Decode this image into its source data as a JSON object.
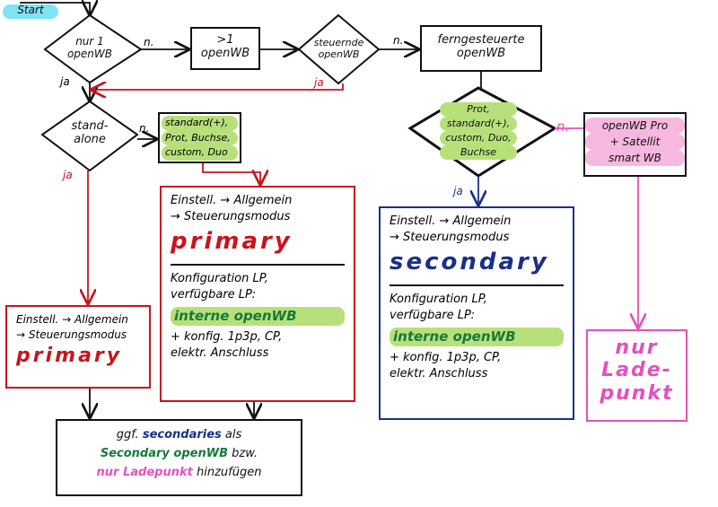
{
  "start": {
    "label": "Start",
    "color": "#7fe3f3"
  },
  "nodes": {
    "d1": {
      "lines": [
        "nur 1",
        "openWB"
      ]
    },
    "b2": {
      "lines": [
        ">1",
        "openWB"
      ]
    },
    "d3": {
      "lines": [
        "steuernde",
        "openWB"
      ]
    },
    "b4": {
      "lines": [
        "ferngesteuerte",
        "openWB"
      ]
    },
    "d2": {
      "lines": [
        "stand-",
        "alone"
      ]
    },
    "b5": {
      "lines": [
        "standard(+),",
        "Prot, Buchse,",
        "custom, Duo"
      ]
    },
    "d4": {
      "lines": [
        "Prot,",
        "standard(+),",
        "custom, Duo,",
        "Buchse"
      ]
    },
    "b6": {
      "lines": [
        "openWB Pro",
        "+ Satellit",
        "smart WB"
      ]
    },
    "primaryLeft": {
      "lines": [
        "Einstell. → Allgemein",
        "→ Steuerungsmodus"
      ],
      "mode": "primary"
    },
    "primaryBox": {
      "lines": [
        "Einstell. → Allgemein",
        "→ Steuerungsmodus"
      ],
      "mode": "primary",
      "config": [
        "Konfiguration LP,",
        "verfügbare LP:"
      ],
      "highlight": "interne openWB",
      "extra": [
        "+ konfig. 1p3p, CP,",
        "elektr. Anschluss"
      ]
    },
    "secondaryBox": {
      "lines": [
        "Einstell. → Allgemein",
        "→ Steuerungsmodus"
      ],
      "mode": "secondary",
      "config": [
        "Konfiguration LP,",
        "verfügbare LP:"
      ],
      "highlight": "interne openWB",
      "extra": [
        "+ konfig. 1p3p, CP,",
        "elektr. Anschluss"
      ]
    },
    "ladepunkt": {
      "lines": [
        "nur",
        "Lade-",
        "punkt"
      ]
    },
    "final": {
      "p1": "ggf.",
      "p2": "secondaries",
      "p3": "als",
      "p4": "Secondary openWB",
      "p5": "bzw.",
      "p6": "nur Ladepunkt",
      "p7": "hinzufügen"
    }
  },
  "edges": {
    "no": "n.",
    "yes": "ja"
  },
  "colors": {
    "red": "#c8141e",
    "blue": "#1a2f8a",
    "pink": "#e64fbf",
    "green": "#157a3a",
    "black": "#111111"
  }
}
